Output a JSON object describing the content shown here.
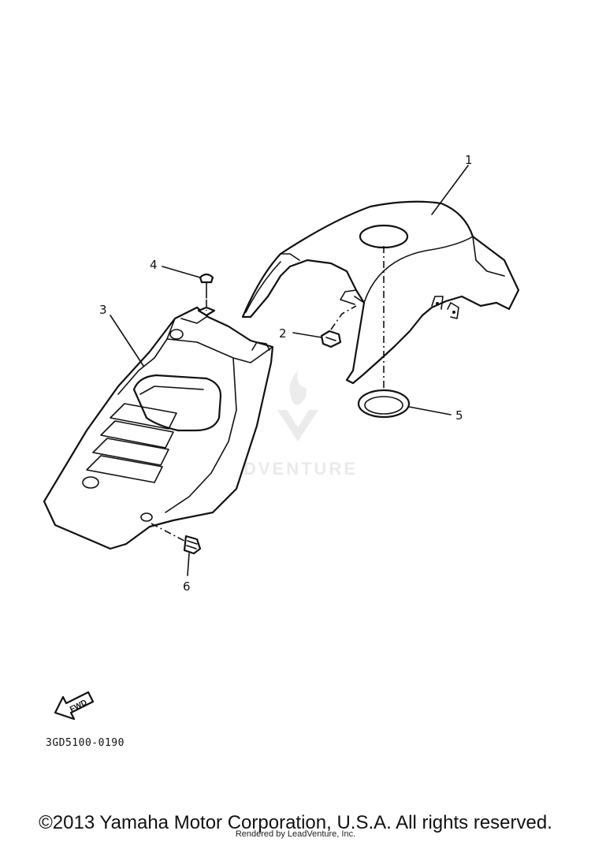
{
  "diagram": {
    "callouts": [
      "1",
      "2",
      "3",
      "4",
      "5",
      "6"
    ],
    "part_code": "3GD5100-0190",
    "fwd_label": "FWD",
    "watermark": "LEADVENTURE"
  },
  "footer": {
    "copyright": "©2013 Yamaha Motor Corporation, U.S.A. All rights reserved.",
    "rendered_by": "Rendered by LeadVenture, Inc."
  }
}
